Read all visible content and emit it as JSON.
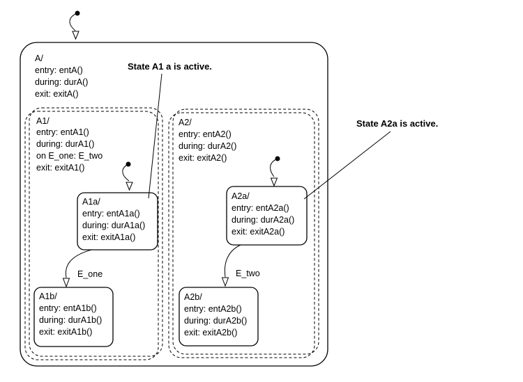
{
  "states": {
    "A": {
      "lines": [
        "A/",
        "entry: entA()",
        "during: durA()",
        "exit: exitA()"
      ]
    },
    "A1": {
      "lines": [
        "A1/",
        "entry: entA1()",
        "during: durA1()",
        "on E_one: E_two",
        "exit: exitA1()"
      ]
    },
    "A2": {
      "lines": [
        "A2/",
        "entry: entA2()",
        "during: durA2()",
        "exit: exitA2()"
      ]
    },
    "A1a": {
      "lines": [
        "A1a/",
        "entry: entA1a()",
        "during: durA1a()",
        "exit: exitA1a()"
      ]
    },
    "A1b": {
      "lines": [
        "A1b/",
        "entry: entA1b()",
        "during: durA1b()",
        "exit: exitA1b()"
      ]
    },
    "A2a": {
      "lines": [
        "A2a/",
        "entry: entA2a()",
        "during: durA2a()",
        "exit: exitA2a()"
      ]
    },
    "A2b": {
      "lines": [
        "A2b/",
        "entry: entA2b()",
        "during: durA2b()",
        "exit: exitA2b()"
      ]
    }
  },
  "transitions": {
    "e_one": "E_one",
    "e_two": "E_two"
  },
  "annotations": {
    "a1a_active": "State A1 a is active.",
    "a2a_active": "State A2a is active."
  }
}
